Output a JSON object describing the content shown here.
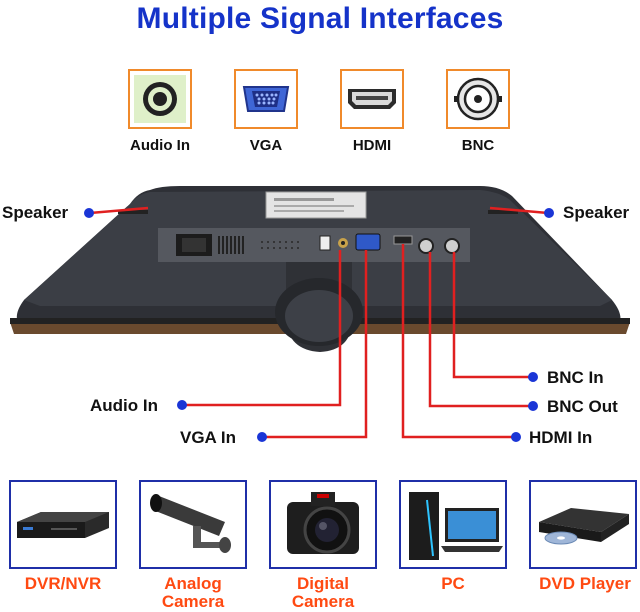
{
  "title": "Multiple Signal Interfaces",
  "interfaces": [
    {
      "label": "Audio In",
      "icon": "audio-jack-icon"
    },
    {
      "label": "VGA",
      "icon": "vga-port-icon"
    },
    {
      "label": "HDMI",
      "icon": "hdmi-port-icon"
    },
    {
      "label": "BNC",
      "icon": "bnc-connector-icon"
    }
  ],
  "callouts": {
    "speaker_left": "Speaker",
    "speaker_right": "Speaker",
    "audio_in": "Audio In",
    "vga_in": "VGA In",
    "bnc_in": "BNC In",
    "bnc_out": "BNC Out",
    "hdmi_in": "HDMI In"
  },
  "devices": [
    {
      "label": "DVR/NVR",
      "icon": "dvr-recorder-icon"
    },
    {
      "label": "Analog\nCamera",
      "icon": "analog-camera-icon"
    },
    {
      "label": "Digital\nCamera",
      "icon": "digital-camera-icon"
    },
    {
      "label": "PC",
      "icon": "pc-icon"
    },
    {
      "label": "DVD Player",
      "icon": "dvd-player-icon"
    }
  ],
  "colors": {
    "title": "#1533c9",
    "accent_box": "#f08a2b",
    "device_box": "#1f2fa8",
    "device_label": "#ff4a12",
    "callout_line": "#e02020",
    "callout_dot": "#1a35d6"
  }
}
